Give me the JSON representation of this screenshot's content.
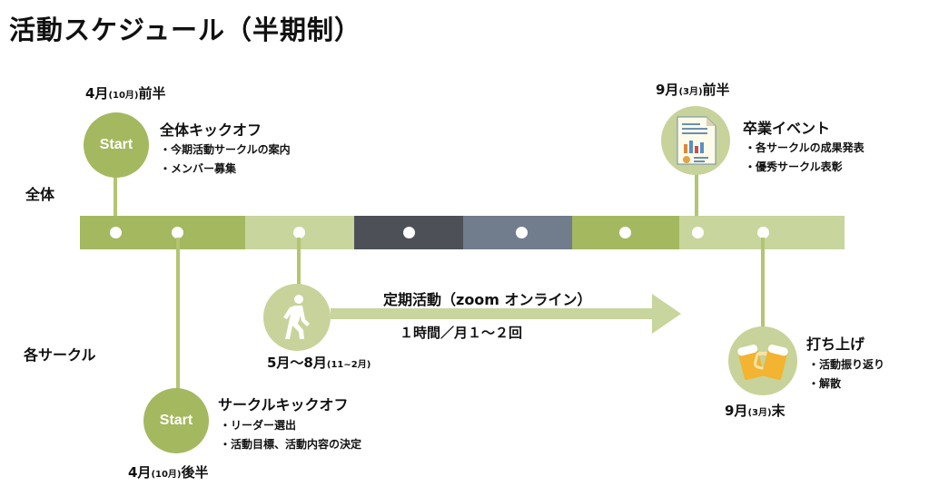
{
  "title": "活動スケジュール（半期制）",
  "lanes": {
    "all": "全体",
    "circles": "各サークル"
  },
  "events": {
    "kickoff_all": {
      "start_label": "Start",
      "when": "4月",
      "when_sub": "(10月)",
      "when_suffix": "前半",
      "title": "全体キックオフ",
      "items": [
        "・今期活動サークルの案内",
        "・メンバー募集"
      ]
    },
    "kickoff_circle": {
      "start_label": "Start",
      "when": "4月",
      "when_sub": "(10月)",
      "when_suffix": "後半",
      "title": "サークルキックオフ",
      "items": [
        "・リーダー選出",
        "・活動目標、活動内容の決定"
      ]
    },
    "activity": {
      "when": "5月〜8月",
      "when_sub": "(11~2月)",
      "title": "定期活動（zoom オンライン）",
      "freq": "１時間／月１〜２回"
    },
    "graduation": {
      "when": "9月",
      "when_sub": "(3月)",
      "when_suffix": "前半",
      "title": "卒業イベント",
      "items": [
        "・各サークルの成果発表",
        "・優秀サークル表彰"
      ]
    },
    "party": {
      "when": "9月",
      "when_sub": "(3月)",
      "when_suffix": "末",
      "title": "打ち上げ",
      "items": [
        "・活動振り返り",
        "・解散"
      ]
    }
  },
  "colors": {
    "green": "#a4b860",
    "light_green": "#c8d59c",
    "dark_gray": "#4d5057",
    "slate": "#717c8d",
    "connector": "#b3c572",
    "arrow": "#c8d59c"
  }
}
